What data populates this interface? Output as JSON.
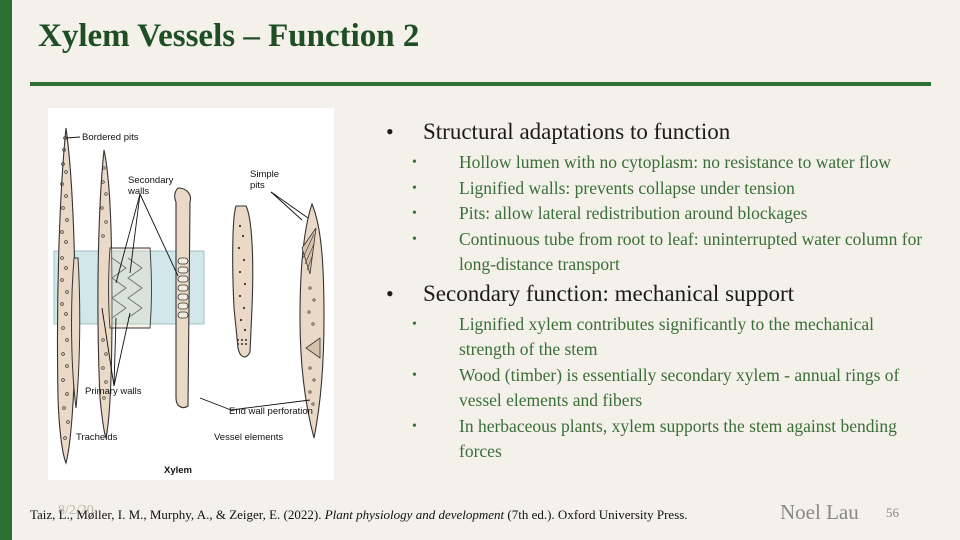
{
  "slide": {
    "title": "Xylem Vessels – Function 2",
    "date": "8/2/20",
    "author": "Noel Lau",
    "page_number": "56"
  },
  "figure": {
    "labels": {
      "bordered_pits": "Bordered pits",
      "secondary_walls_line1": "Secondary",
      "secondary_walls_line2": "walls",
      "simple_pits_line1": "Simple",
      "simple_pits_line2": "pits",
      "primary_walls": "Primary walls",
      "end_wall_perforation": "End wall perforation",
      "tracheids": "Tracheids",
      "vessel_elements": "Vessel elements",
      "xylem": "Xylem"
    }
  },
  "bullets": [
    {
      "text": "Structural adaptations to function",
      "subs": [
        "Hollow lumen with no cytoplasm: no resistance to water flow",
        "Lignified walls: prevents collapse under tension",
        "Pits: allow lateral redistribution around blockages",
        "Continuous tube from root to leaf: uninterrupted water column for long-distance transport"
      ]
    },
    {
      "text": "Secondary function: mechanical support",
      "subs": [
        "Lignified xylem contributes significantly to the mechanical strength of the stem",
        "Wood (timber) is essentially secondary xylem - annual rings of vessel elements and fibers",
        "In herbaceous plants, xylem supports the stem against bending forces"
      ]
    }
  ],
  "citation": {
    "before": "Taiz, L., Møller, I. M., Murphy, A., & Zeiger, E. (2022). ",
    "title": "Plant physiology and development",
    "after": " (7th ed.). Oxford University Press."
  },
  "colors": {
    "accent_green": "#2e7034",
    "title_green": "#1f4e25",
    "sub_bullet_green": "#3b6e37",
    "background": "#f3f1ea",
    "cell_fill": "#ead9c6",
    "highlight_band": "#c5e1e3"
  }
}
